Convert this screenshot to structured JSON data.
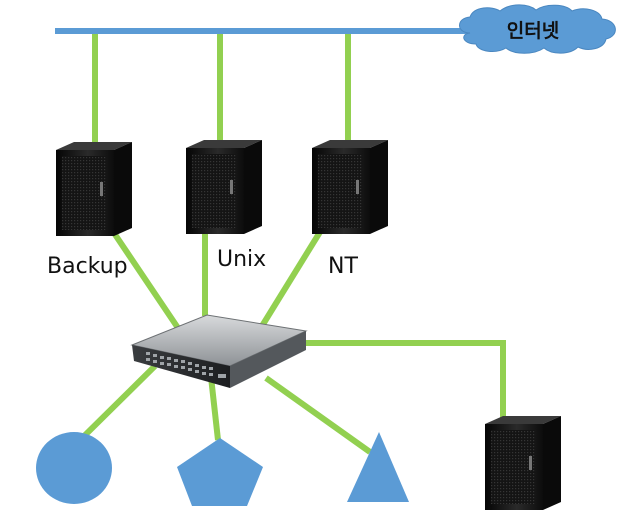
{
  "labels": {
    "internet": "인터넷",
    "backup": "Backup",
    "unix": "Unix",
    "nt": "NT"
  },
  "colors": {
    "bus": "#5b9bd5",
    "link": "#92d050",
    "cloud": "#5b9bd5",
    "shape": "#5b9bd5",
    "rack": "#1a1a1a"
  },
  "icons": {
    "server": "server-rack-icon",
    "switch": "network-switch-icon",
    "cloud": "cloud-icon"
  }
}
